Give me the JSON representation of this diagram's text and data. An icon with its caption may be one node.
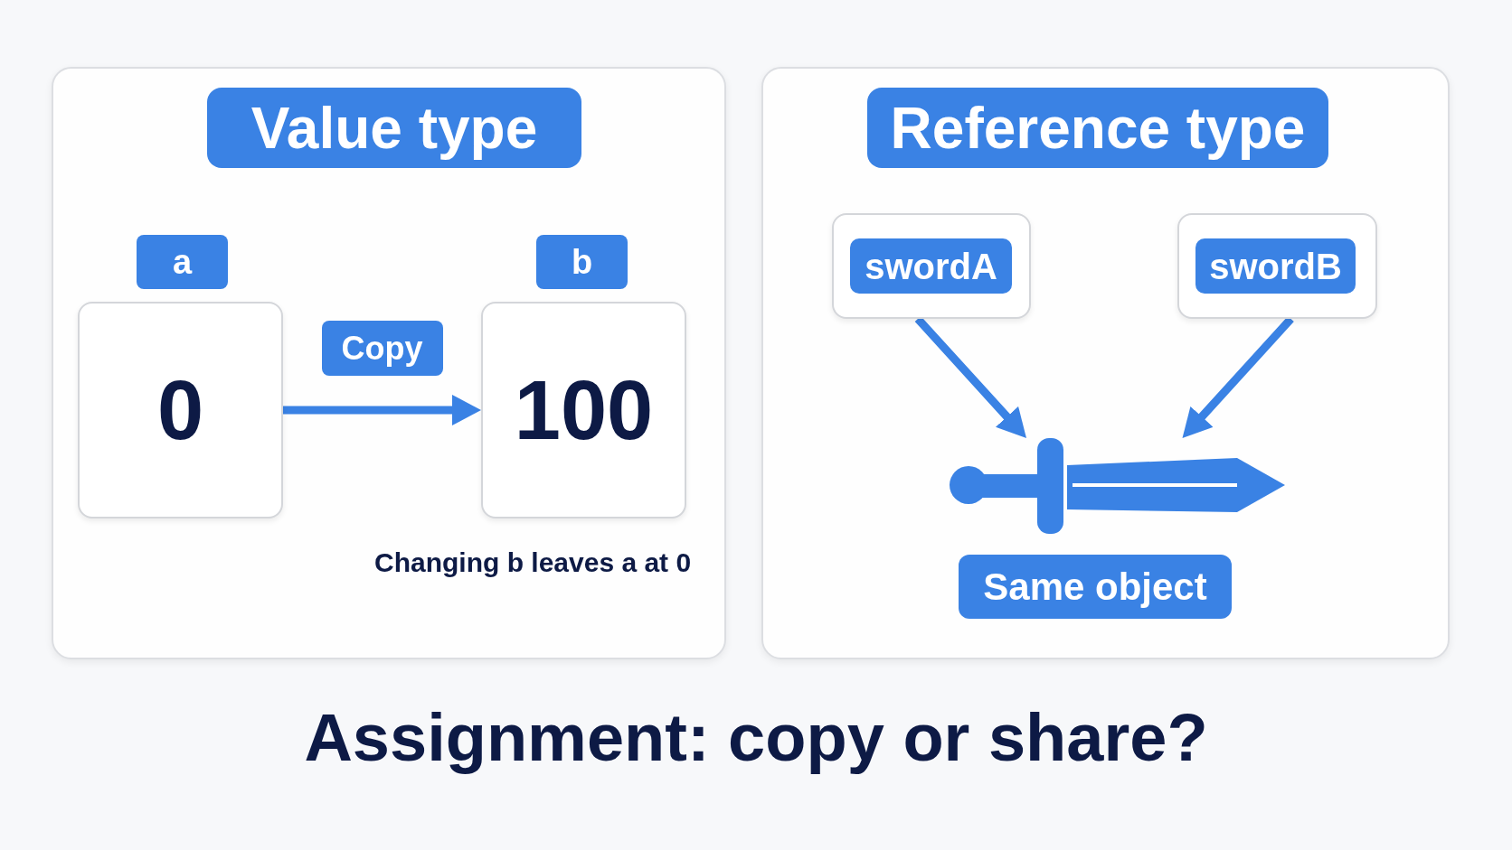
{
  "diagram": {
    "title": "Assignment: copy or share?",
    "nodes": [
      {
        "text": [],
        "shape": "box"
      },
      {
        "text": [
          "Value type"
        ],
        "in": 0
      },
      {
        "text": [
          "a"
        ],
        "in": 0
      },
      {
        "text": [
          "0"
        ],
        "in": 0
      },
      {
        "text": [
          "b"
        ],
        "in": 0
      },
      {
        "text": [
          "100"
        ],
        "in": 0
      },
      {
        "text": [],
        "shape": "box"
      },
      {
        "text": [
          "Reference type"
        ],
        "in": 6
      },
      {
        "text": [],
        "shape": "box",
        "in": 6
      },
      {
        "text": [
          "swordA"
        ],
        "in": 8
      },
      {
        "text": [],
        "shape": "box",
        "in": 6
      },
      {
        "text": [
          "swordB"
        ],
        "in": 10
      },
      {
        "text": [],
        "shape": "picture",
        "in": 6
      },
      {
        "text": [
          "Same object"
        ],
        "in": 6
      }
    ],
    "edges": [
      {
        "from": 3,
        "to": 5,
        "arrow": "to",
        "label": "Copy"
      },
      {
        "from": 8,
        "to": 12,
        "arrow": "to"
      },
      {
        "from": 10,
        "to": 12,
        "arrow": "to"
      }
    ],
    "labels": [
      "Changing b leaves a at 0"
    ]
  }
}
